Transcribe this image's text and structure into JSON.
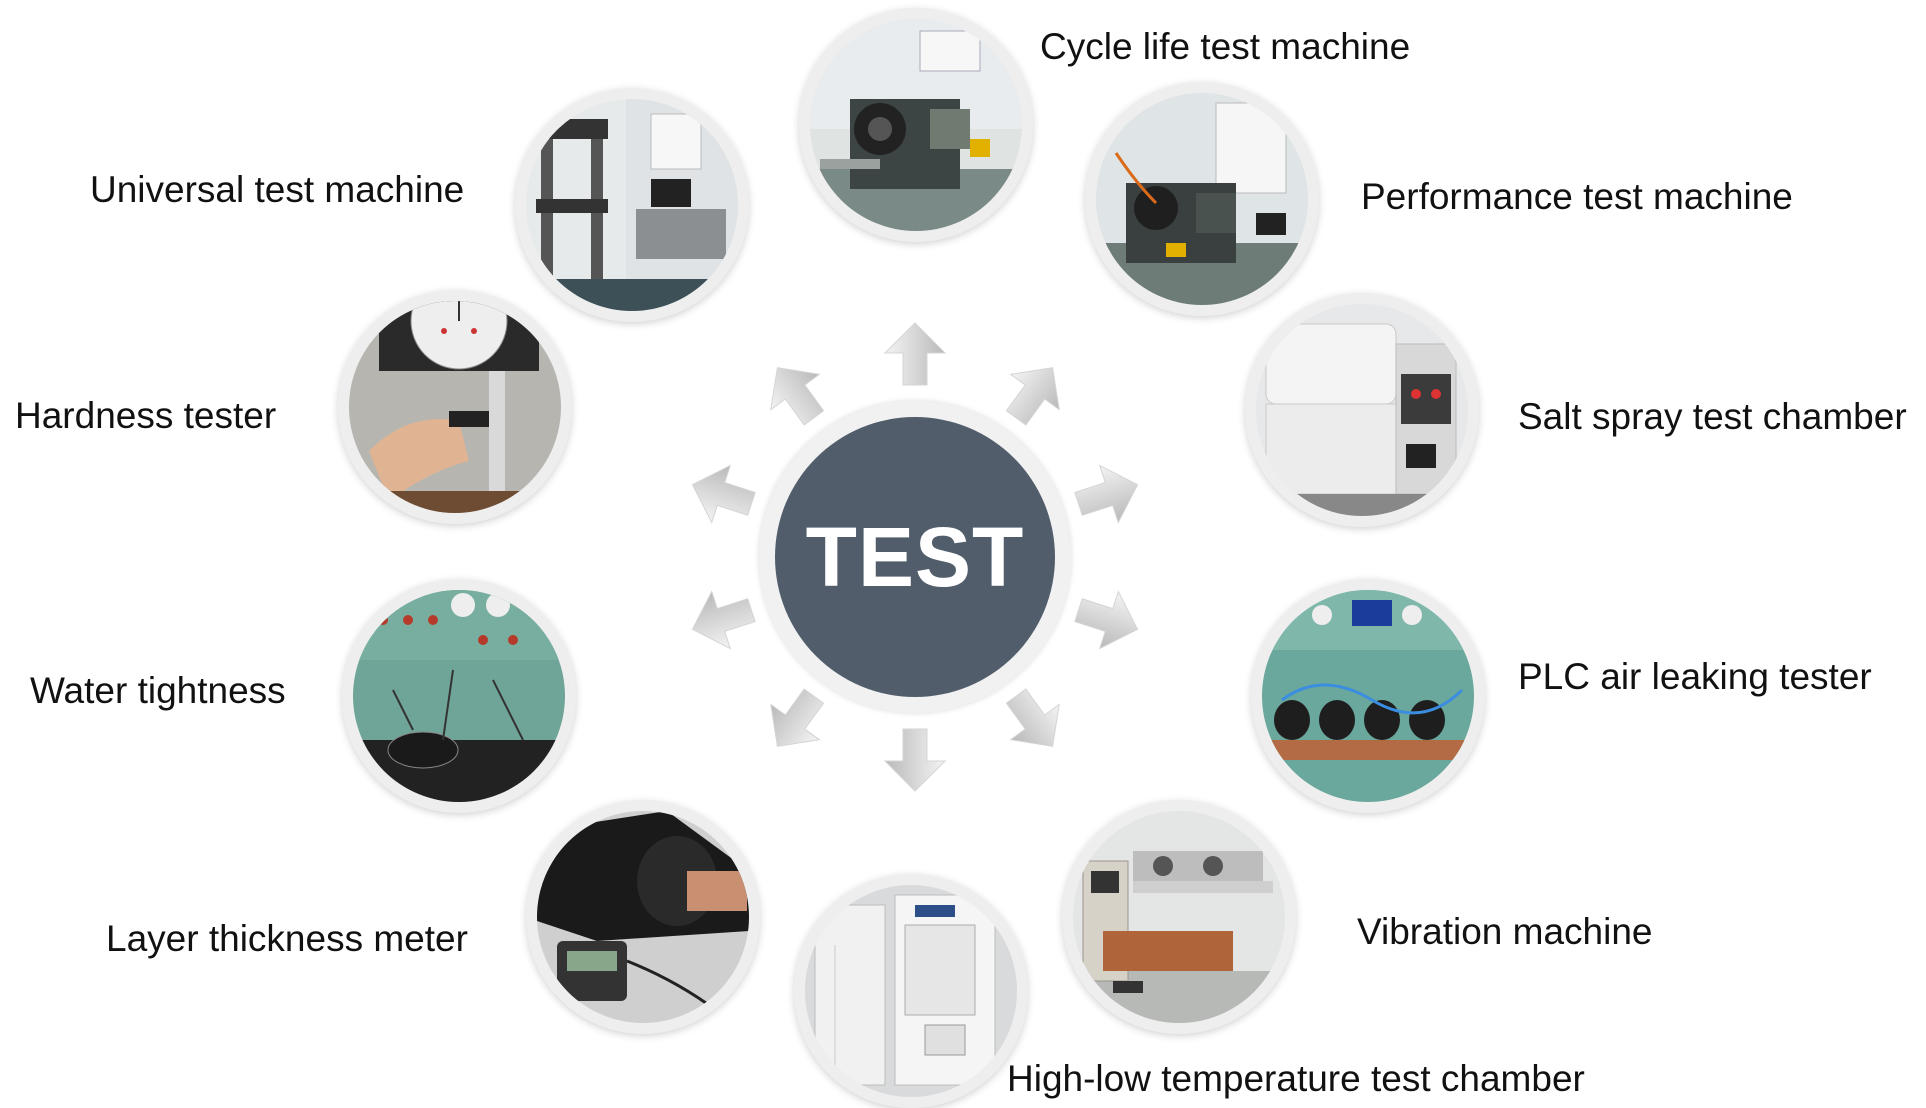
{
  "center": {
    "label": "TEST"
  },
  "items": [
    {
      "label": "Cycle life test machine",
      "icon": "test-bench-photo"
    },
    {
      "label": "Performance test machine",
      "icon": "test-bench-photo"
    },
    {
      "label": "Salt spray test chamber",
      "icon": "chamber-photo"
    },
    {
      "label": "PLC air leaking tester",
      "icon": "control-panel-photo"
    },
    {
      "label": "Vibration machine",
      "icon": "lab-rig-photo"
    },
    {
      "label": "High-low temperature test  chamber",
      "icon": "climate-chamber-photo"
    },
    {
      "label": "Layer thickness meter",
      "icon": "gauge-photo"
    },
    {
      "label": "Water tightness",
      "icon": "control-panel-photo"
    },
    {
      "label": "Hardness tester",
      "icon": "dial-gauge-photo"
    },
    {
      "label": "Universal test machine",
      "icon": "lab-machine-photo"
    }
  ],
  "colors": {
    "center_fill": "#525d6c",
    "center_text": "#ffffff",
    "arrow": "#c8c8c8",
    "ring": "#eeeeee"
  }
}
